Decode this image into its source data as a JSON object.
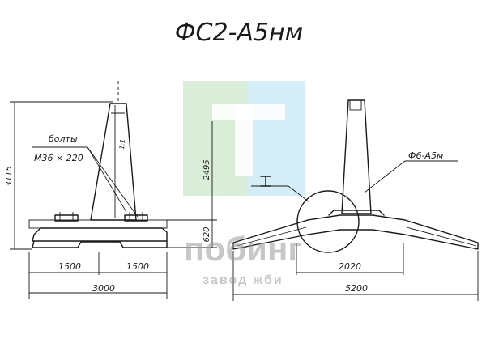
{
  "title": "ФС2-А5нм",
  "left_view": {
    "callout_line1": "болты",
    "callout_line2": "М36 × 220",
    "dim_total_height": "3115",
    "dim_column_height": "2495",
    "dim_base_height": "620",
    "dim_half_left": "1500",
    "dim_half_right": "1500",
    "dim_total_width": "3000",
    "column_mark": "1:1"
  },
  "right_view": {
    "callout_rod": "Ф6-А5м",
    "dim_inner_width": "2020",
    "dim_total_width": "5200"
  },
  "watermark": {
    "brand": "побинг",
    "tagline": "завод жби",
    "colors": {
      "green": "#cfe9cf",
      "blue": "#c9e8f5",
      "gray": "#9a9a9a"
    }
  }
}
